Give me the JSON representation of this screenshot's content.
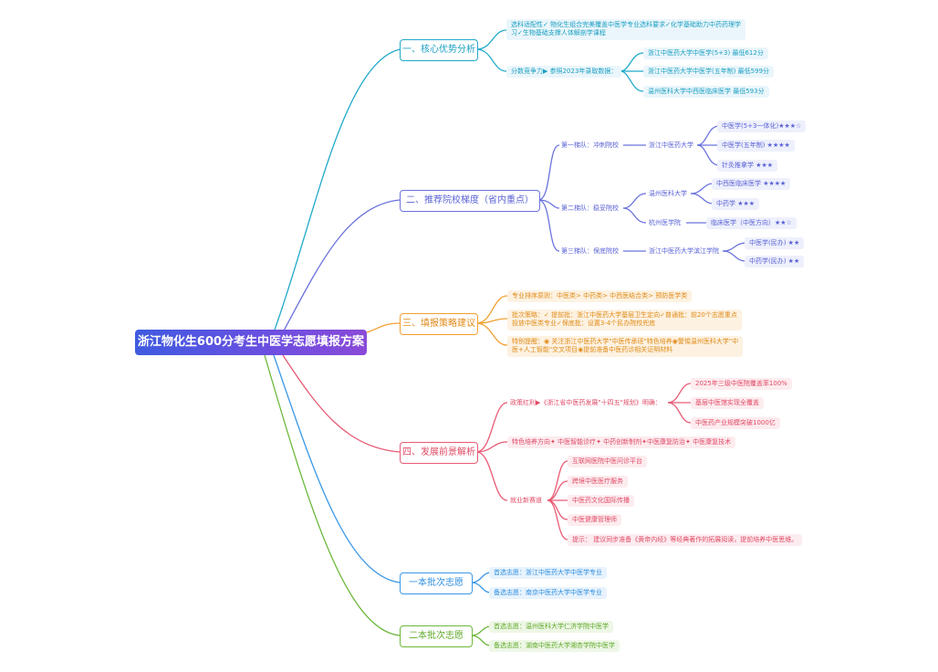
{
  "root": "浙江物化生600分考生中医学志愿填报方案",
  "colors": {
    "cyan": "#1fa9c9",
    "purple": "#6b73dd",
    "orange": "#f0a030",
    "red": "#e85a74",
    "blue": "#3b98e6",
    "green": "#6cb83a"
  },
  "b1": {
    "label": "一、核心优势分析",
    "subject_line1": "选科适配性✓ 物化生组合完美覆盖中医学专业选科要求✓化学基础助力中药药理学",
    "subject_line2": "习✓生物基础支撑人体解剖学课程",
    "compete": "分数竞争力▶ 参照2023年录取数据：",
    "d1": "浙江中医药大学中医学(5+3) 最低612分",
    "d2": "浙江中医药大学中医学(五年制) 最低599分",
    "d3": "温州医科大学中西医临床医学 最低593分"
  },
  "b2": {
    "label": "二、推荐院校梯度（省内重点）",
    "tier1": "第一梯队：冲刺院校",
    "tier1_school": "浙江中医药大学",
    "tier1_m1": "中医学(5+3一体化)★★★☆",
    "tier1_m2": "中医学(五年制) ★★★★",
    "tier1_m3": "针灸推拿学 ★★★",
    "tier2": "第二梯队：稳妥院校",
    "tier2_s1": "温州医科大学",
    "tier2_s1_m1": "中西医临床医学 ★★★★",
    "tier2_s1_m2": "中药学 ★★★",
    "tier2_s2": "杭州医学院",
    "tier2_s2_m1": "临床医学（中医方向）★★☆",
    "tier3": "第三梯队：保底院校",
    "tier3_school": "浙江中医药大学滨江学院",
    "tier3_m1": "中医学(民办) ★★",
    "tier3_m2": "中药学(民办) ★★"
  },
  "b3": {
    "label": "三、填报策略建议",
    "s1": "专业排序原则：中医类> 中药类> 中西医结合类> 预防医学类",
    "s2_line1": "批次策略：✓ 提前批：浙江中医药大学基层卫生定向✓普通批：前20个志愿重点",
    "s2_line2": "投放中医类专业✓保底批：设置3-4个民办院校兜底",
    "s3_line1": "特别提醒：◉ 关注浙江中医药大学\"中医传承班\"特色培养◉警惕温州医科大学\"中",
    "s3_line2": "医+人工智能\"交叉项目◉提前准备中医药诊相关证明材料"
  },
  "b4": {
    "label": "四、发展前景解析",
    "policy": "政策红利▶《浙江省中医药发展\"十四五\"规划》明确：",
    "p1": "2025年三级中医院覆盖率100%",
    "p2": "基层中医馆实现全覆盖",
    "p3": "中医药产业规模突破1000亿",
    "feature": "特色培养方向✦ 中医智能诊疗✦ 中药创新制剂✦中医康复防治✦ 中医康复技术",
    "job": "就业新赛道",
    "j1": "互联网医院中医问诊平台",
    "j2": "跨境中医医疗服务",
    "j3": "中医药文化国际传播",
    "j4": "中医健康管理师",
    "tip": "提示：  建议同步准备《黄帝内经》等经典著作的拓展阅读，提前培养中医思维。"
  },
  "b5": {
    "label": "一本批次志愿",
    "first": "首选志愿：浙江中医药大学中医学专业",
    "backup": "备选志愿：南京中医药大学中医学专业"
  },
  "b6": {
    "label": "二本批次志愿",
    "first": "首选志愿：温州医科大学仁济学院中医学",
    "backup": "备选志愿：湖南中医药大学湘杏学院中医学"
  }
}
